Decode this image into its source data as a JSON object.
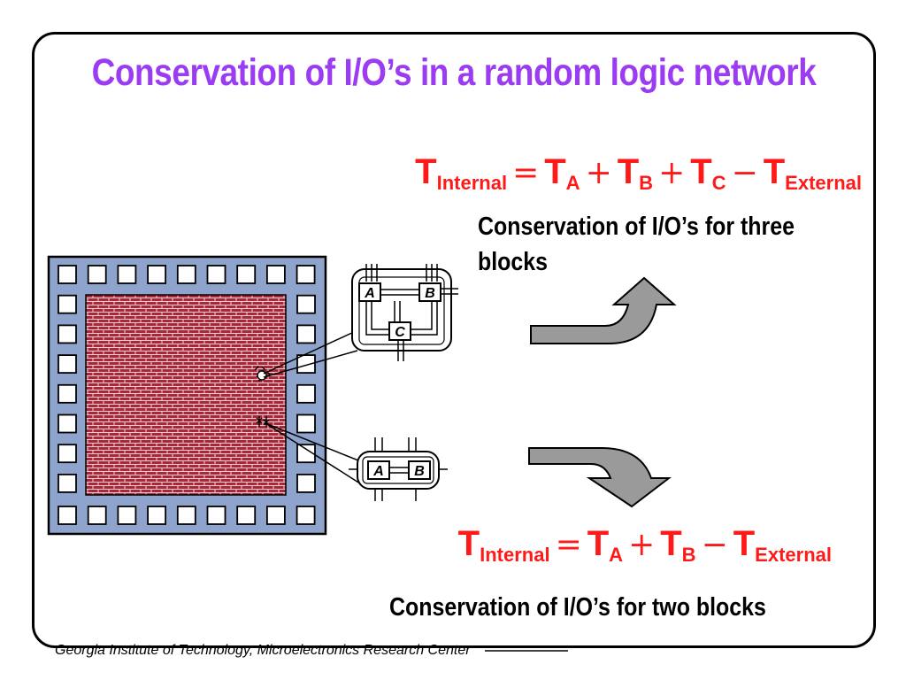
{
  "slide": {
    "title": "Conservation of I/O’s in a random logic network",
    "footer": "Georgia Institute of Technology, Microelectronics Research Center"
  },
  "equation_three": {
    "lhs": "T",
    "lhs_sub": "Internal",
    "t1": "T",
    "t1_sub": "A",
    "op1": "+",
    "t2": "T",
    "t2_sub": "B",
    "op2": "+",
    "t3": "T",
    "t3_sub": "C",
    "op3": "−",
    "t4": "T",
    "t4_sub": "External",
    "eq": "=",
    "caption": "Conservation of I/O’s for three blocks"
  },
  "equation_two": {
    "lhs": "T",
    "lhs_sub": "Internal",
    "t1": "T",
    "t1_sub": "A",
    "op1": "+",
    "t2": "T",
    "t2_sub": "B",
    "op2": "−",
    "t3": "T",
    "t3_sub": "External",
    "eq": "=",
    "caption": "Conservation of I/O’s for two blocks"
  },
  "diagram": {
    "block_a": "A",
    "block_b": "B",
    "block_c": "C",
    "colors": {
      "chip_fill": "#8ea4cc",
      "die_fill": "#a8283a",
      "arrow_fill": "#9a9a9a",
      "title": "#9b3cf2",
      "equation": "#ff1a1a"
    }
  }
}
